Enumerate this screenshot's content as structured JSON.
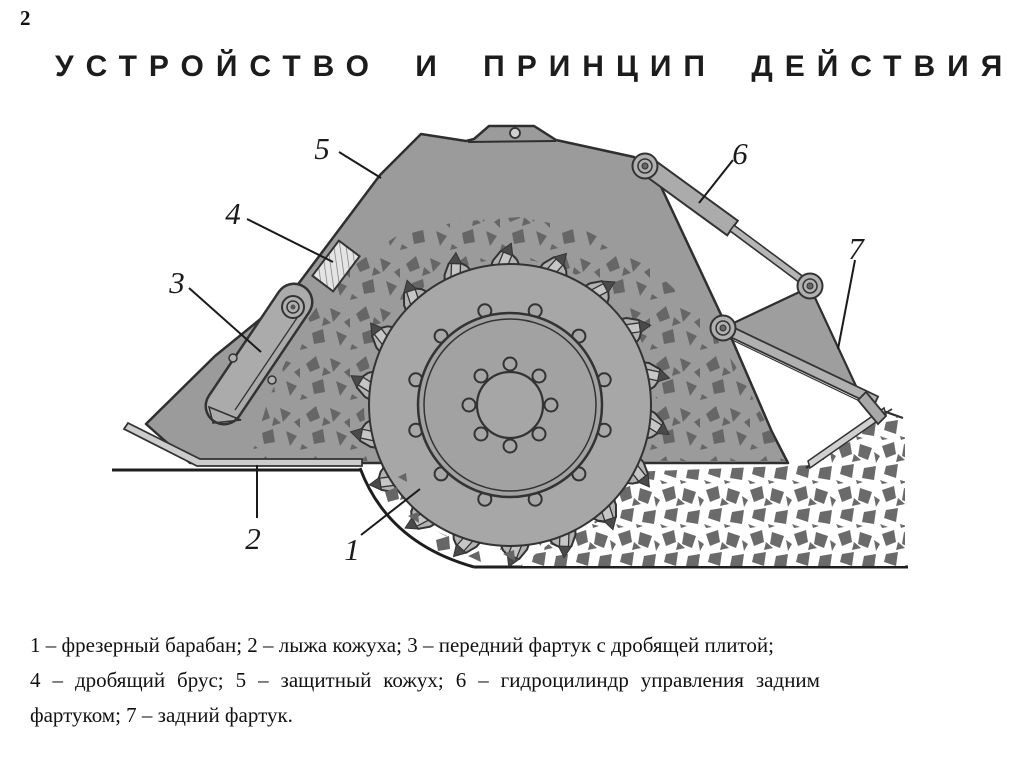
{
  "slide": {
    "page_number": "2",
    "title": "УСТРОЙСТВО И ПРИНЦИП ДЕЙСТВИЯ"
  },
  "diagram": {
    "description": "Cross-section of a road milling machine cutting unit with toothed milling drum inside a protective casing, crushed material inside the casing and an uncut material bank to the right",
    "callouts": {
      "c1": "1",
      "c2": "2",
      "c3": "3",
      "c4": "4",
      "c5": "5",
      "c6": "6",
      "c7": "7"
    },
    "colors": {
      "casing_gray": "#9b9b9b",
      "drum_face_gray": "#a7a7a7",
      "tooth_gray": "#b3b3b3",
      "crumb_dark": "#666666",
      "outline": "#2f2f2f",
      "background": "#ffffff"
    }
  },
  "legend": {
    "items": [
      {
        "num": "1",
        "text": "фрезерный барабан"
      },
      {
        "num": "2",
        "text": "лыжа кожуха"
      },
      {
        "num": "3",
        "text": "передний фартук с дробящей плитой"
      },
      {
        "num": "4",
        "text": "дробящий брус"
      },
      {
        "num": "5",
        "text": "защитный кожух"
      },
      {
        "num": "6",
        "text": "гидроцилиндр управления задним фартуком"
      },
      {
        "num": "7",
        "text": "задний фартук"
      }
    ]
  },
  "caption": {
    "line1": "1 – фрезерный барабан; 2 –  лыжа кожуха; 3 – передний фартук с дробящей плитой;",
    "line2": "4 – дробящий брус; 5 –   защитный кожух; 6 – гидроцилиндр управления задним",
    "line3": "фартуком; 7 –  задний фартук."
  }
}
